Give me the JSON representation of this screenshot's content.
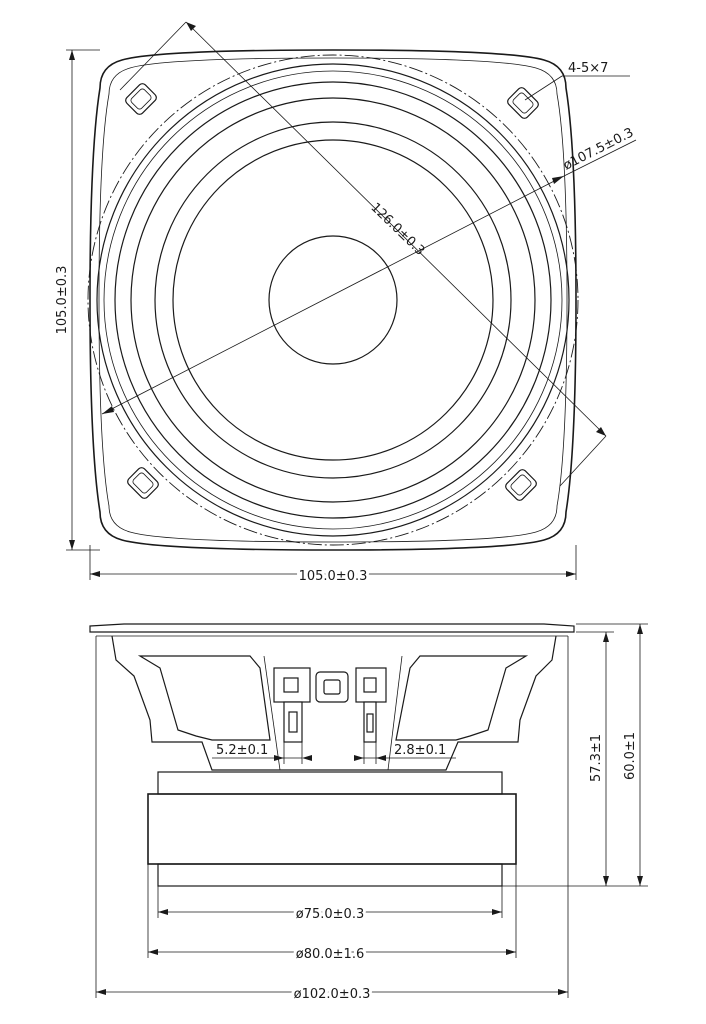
{
  "top_view": {
    "mount_holes": "4-5×7",
    "baffle_diameter": "ø107.5±0.3",
    "hole_diagonal": "126.0±0.3",
    "height": "105.0±0.3",
    "width": "105.0±0.3"
  },
  "side_view": {
    "terminal_wide": "5.2±0.1",
    "terminal_narrow": "2.8±0.1",
    "magnet_diameter": "ø75.0±0.3",
    "plate_diameter": "ø80.0±1.6",
    "frame_diameter": "ø102.0±0.3",
    "mount_depth": "57.3±1",
    "total_depth": "60.0±1"
  }
}
